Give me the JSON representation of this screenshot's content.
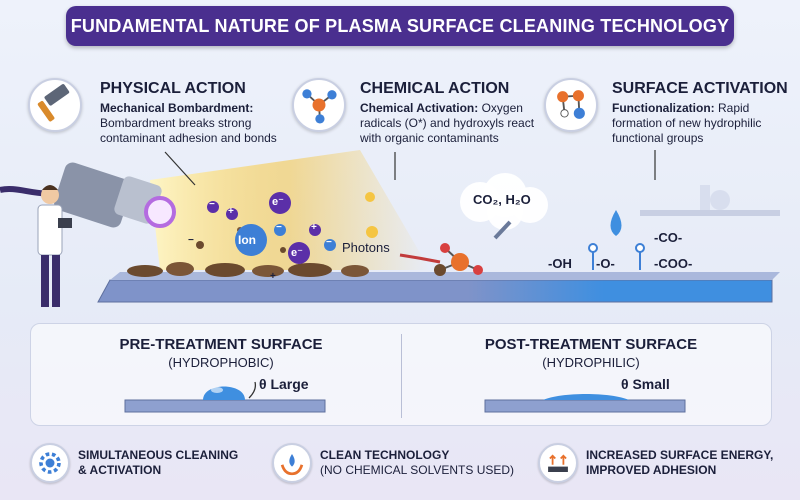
{
  "title": "FUNDAMENTAL NATURE OF PLASMA SURFACE CLEANING TECHNOLOGY",
  "actions": [
    {
      "heading": "PHYSICAL ACTION",
      "subhead": "Mechanical Bombardment:",
      "desc": "Bombardment breaks strong contaminant adhesion and bonds",
      "icon": "hammer-icon"
    },
    {
      "heading": "CHEMICAL ACTION",
      "subhead": "Chemical Activation:",
      "desc": "Oxygen radicals (O*) and hydroxyls react with organic contaminants",
      "icon": "molecule-icon"
    },
    {
      "heading": "SURFACE ACTIVATION",
      "subhead": "Functionalization:",
      "desc": "Rapid formation of new hydrophilic functional groups",
      "icon": "functional-group-icon"
    }
  ],
  "scene": {
    "particles": [
      "e⁻",
      "Ion",
      "e⁻",
      "Photons"
    ],
    "signs": [
      "−",
      "+",
      "−",
      "+",
      "−",
      "+",
      "−"
    ],
    "gases": "CO₂, H₂O",
    "groups": [
      "-OH",
      "-O-",
      "-CO-",
      "-COO-"
    ]
  },
  "pre": {
    "title": "PRE-TREATMENT SURFACE",
    "sub": "(HYDROPHOBIC)",
    "theta": "θ Large"
  },
  "post": {
    "title": "POST-TREATMENT SURFACE",
    "sub": "(HYDROPHILIC)",
    "theta": "θ Small"
  },
  "benefits": [
    {
      "line1": "SIMULTANEOUS CLEANING",
      "line2": "& ACTIVATION",
      "icon": "gear-icon"
    },
    {
      "line1": "CLEAN TECHNOLOGY",
      "line2": "(NO CHEMICAL SOLVENTS USED)",
      "icon": "water-hands-icon"
    },
    {
      "line1": "INCREASED SURFACE ENERGY,",
      "line2": "IMPROVED ADHESION",
      "icon": "surface-energy-icon"
    }
  ],
  "colors": {
    "banner": "#4a2f8f",
    "plasma_glow": "#f5c542",
    "electron": "#5b2fa8",
    "ion": "#3d7fd6",
    "substrate": "#7f93c9",
    "treated_substrate": "#3f8fe0",
    "droplet": "#3f8fe0",
    "contaminant": "#6b4a2e"
  }
}
